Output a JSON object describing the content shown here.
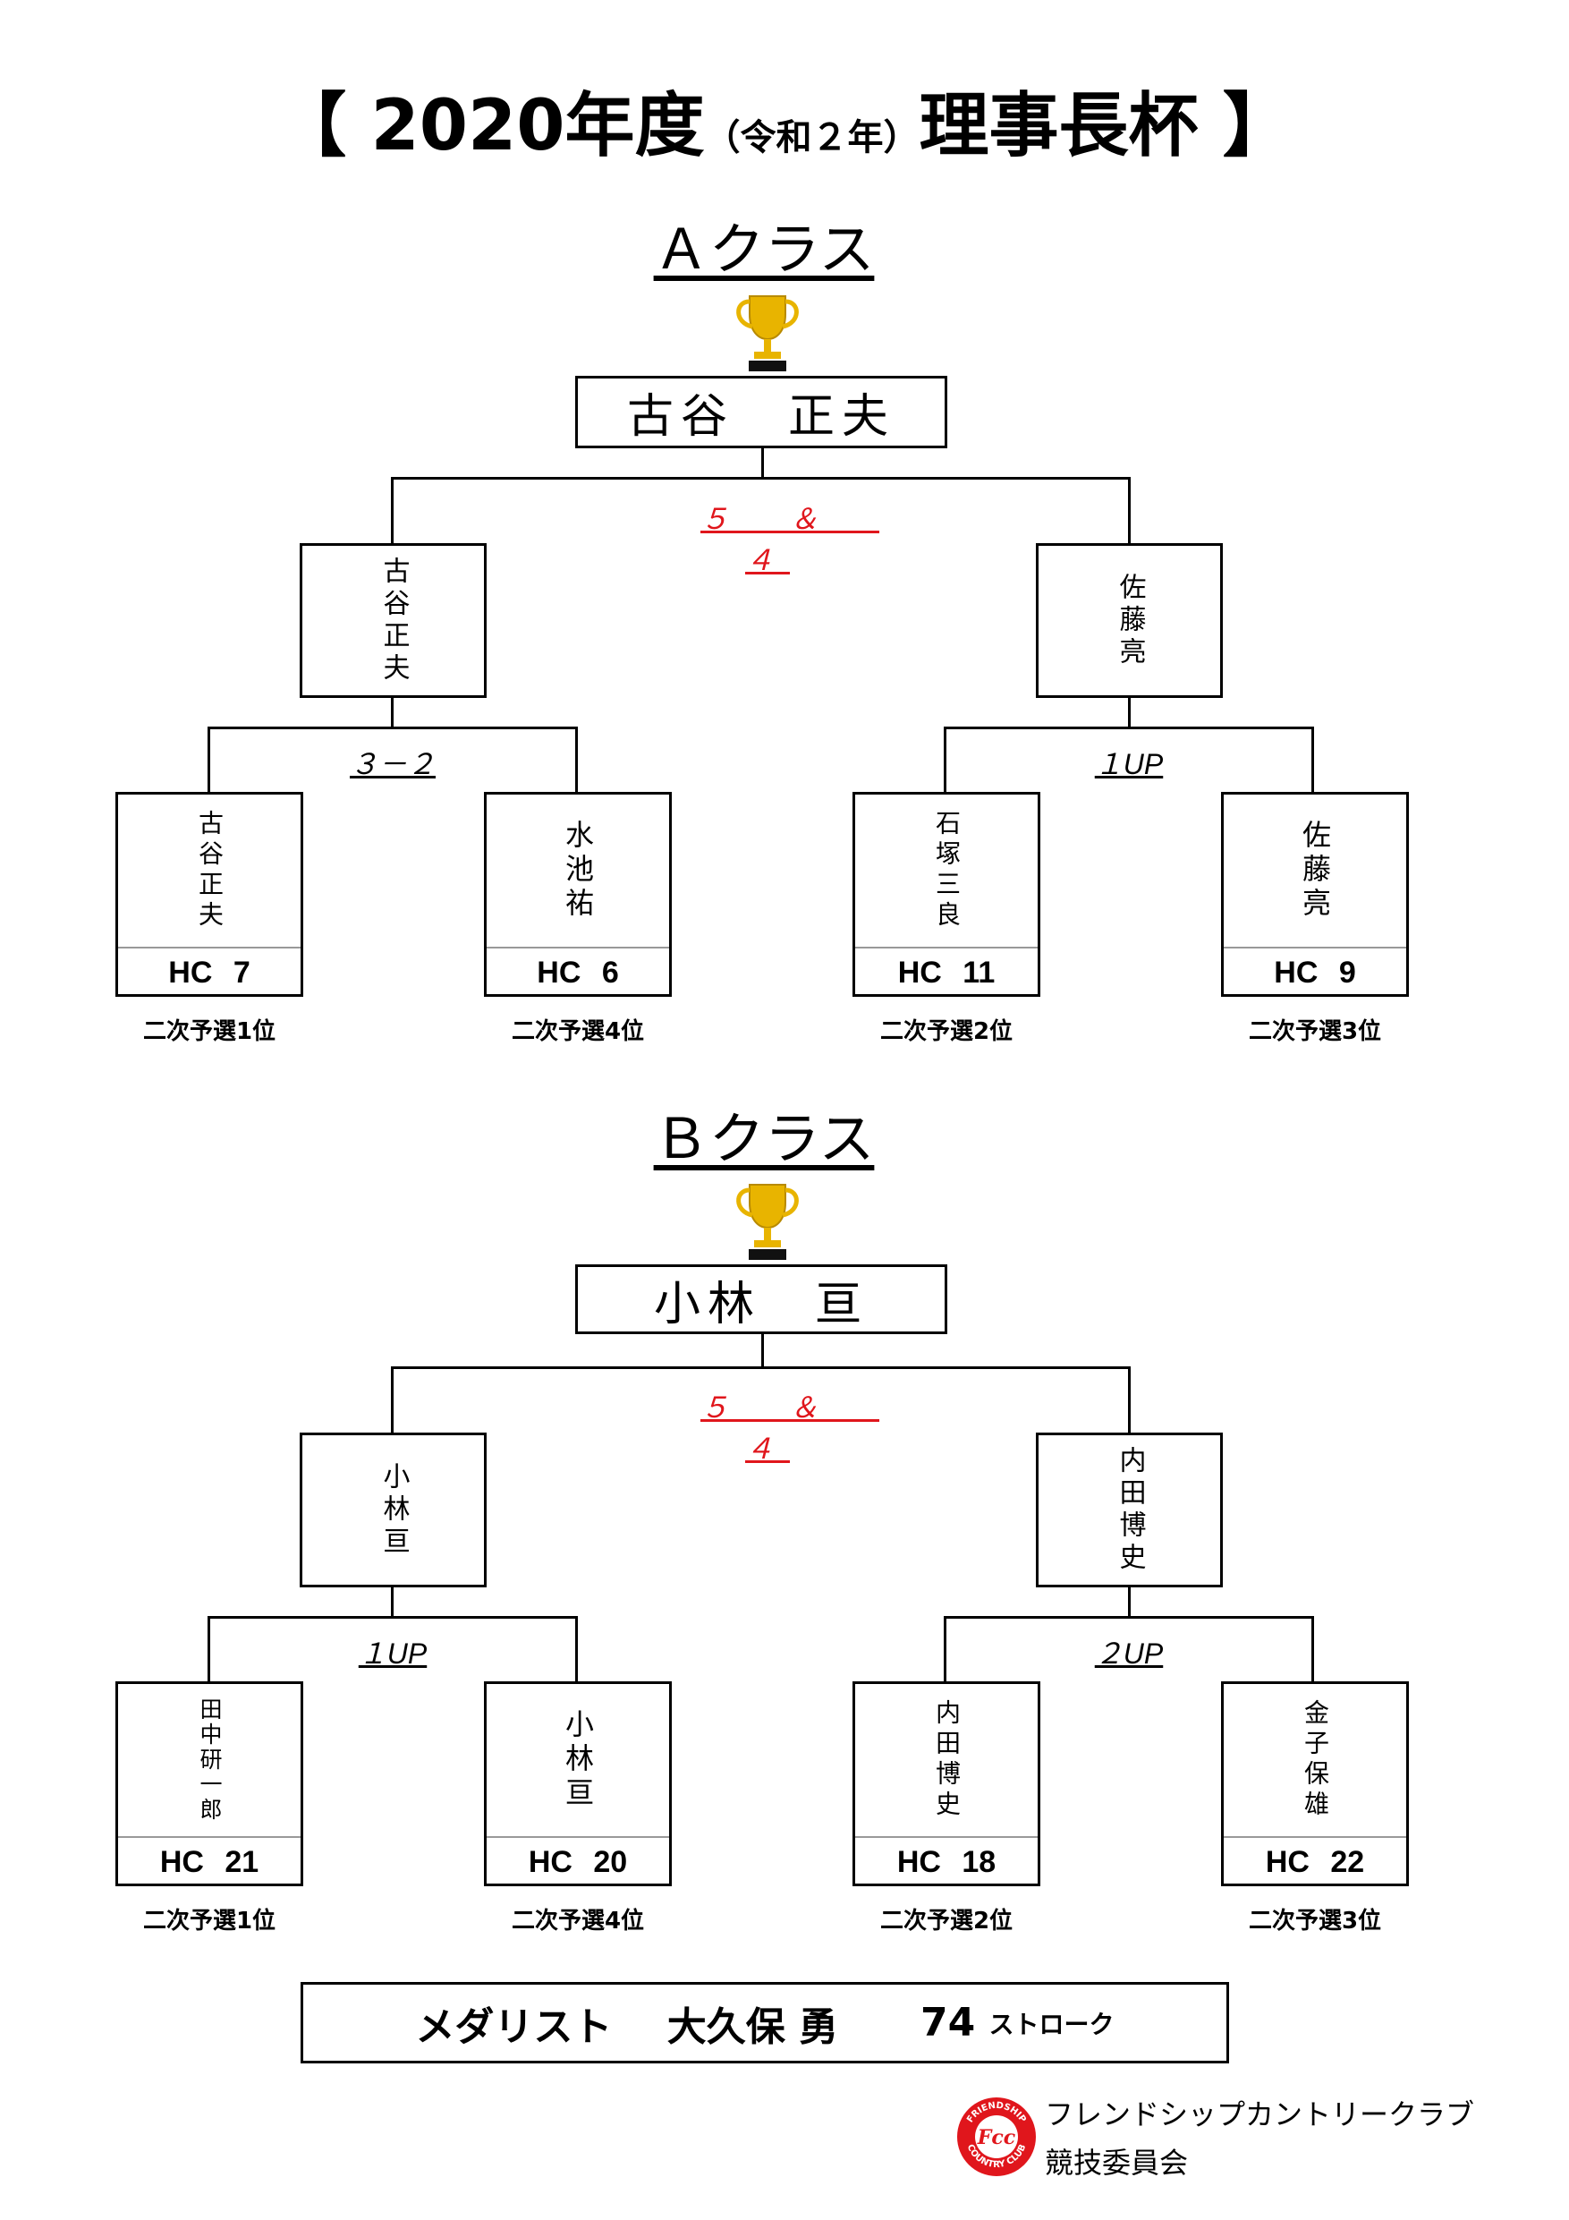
{
  "title": {
    "open": "【 ",
    "year": "2020年度",
    "era": "（令和２年）",
    "name": "理事長杯",
    "close": " 】"
  },
  "class_a": {
    "heading": "Ａクラス",
    "champion": "古谷　正夫",
    "final_score": "５　＆　４",
    "semi_left": "古谷正夫",
    "semi_right": "佐藤亮",
    "score_left": "３－２",
    "score_right": "１UP",
    "players": [
      {
        "name": "古谷正夫",
        "hc": "HC 7",
        "rank": "二次予選1位"
      },
      {
        "name": "水池祐",
        "hc": "HC 6",
        "rank": "二次予選4位"
      },
      {
        "name": "石塚三良",
        "hc": "HC 11",
        "rank": "二次予選2位"
      },
      {
        "name": "佐藤亮",
        "hc": "HC 9",
        "rank": "二次予選3位"
      }
    ]
  },
  "class_b": {
    "heading": "Ｂクラス",
    "champion": "小林　亘",
    "final_score": "５　＆　４",
    "semi_left": "小林亘",
    "semi_right": "内田博史",
    "score_left": "１UP",
    "score_right": "２UP",
    "players": [
      {
        "name": "田中研一郎",
        "hc": "HC 21",
        "rank": "二次予選1位"
      },
      {
        "name": "小林亘",
        "hc": "HC 20",
        "rank": "二次予選4位"
      },
      {
        "name": "内田博史",
        "hc": "HC 18",
        "rank": "二次予選2位"
      },
      {
        "name": "金子保雄",
        "hc": "HC 22",
        "rank": "二次予選3位"
      }
    ]
  },
  "medalist": {
    "label": "メダリスト",
    "name": "大久保 勇",
    "score": "74",
    "unit": "ストローク"
  },
  "footer": {
    "club": "フレンドシップカントリークラブ",
    "committee": "競技委員会",
    "logo_text": "FRIENDSHIP COUNTRY CLUB",
    "logo_mark": "Fcc"
  },
  "icons": {
    "trophy": "trophy-icon",
    "logo": "club-logo-icon"
  },
  "colors": {
    "score_red": "#e0161c",
    "trophy_gold": "#e8b400"
  }
}
